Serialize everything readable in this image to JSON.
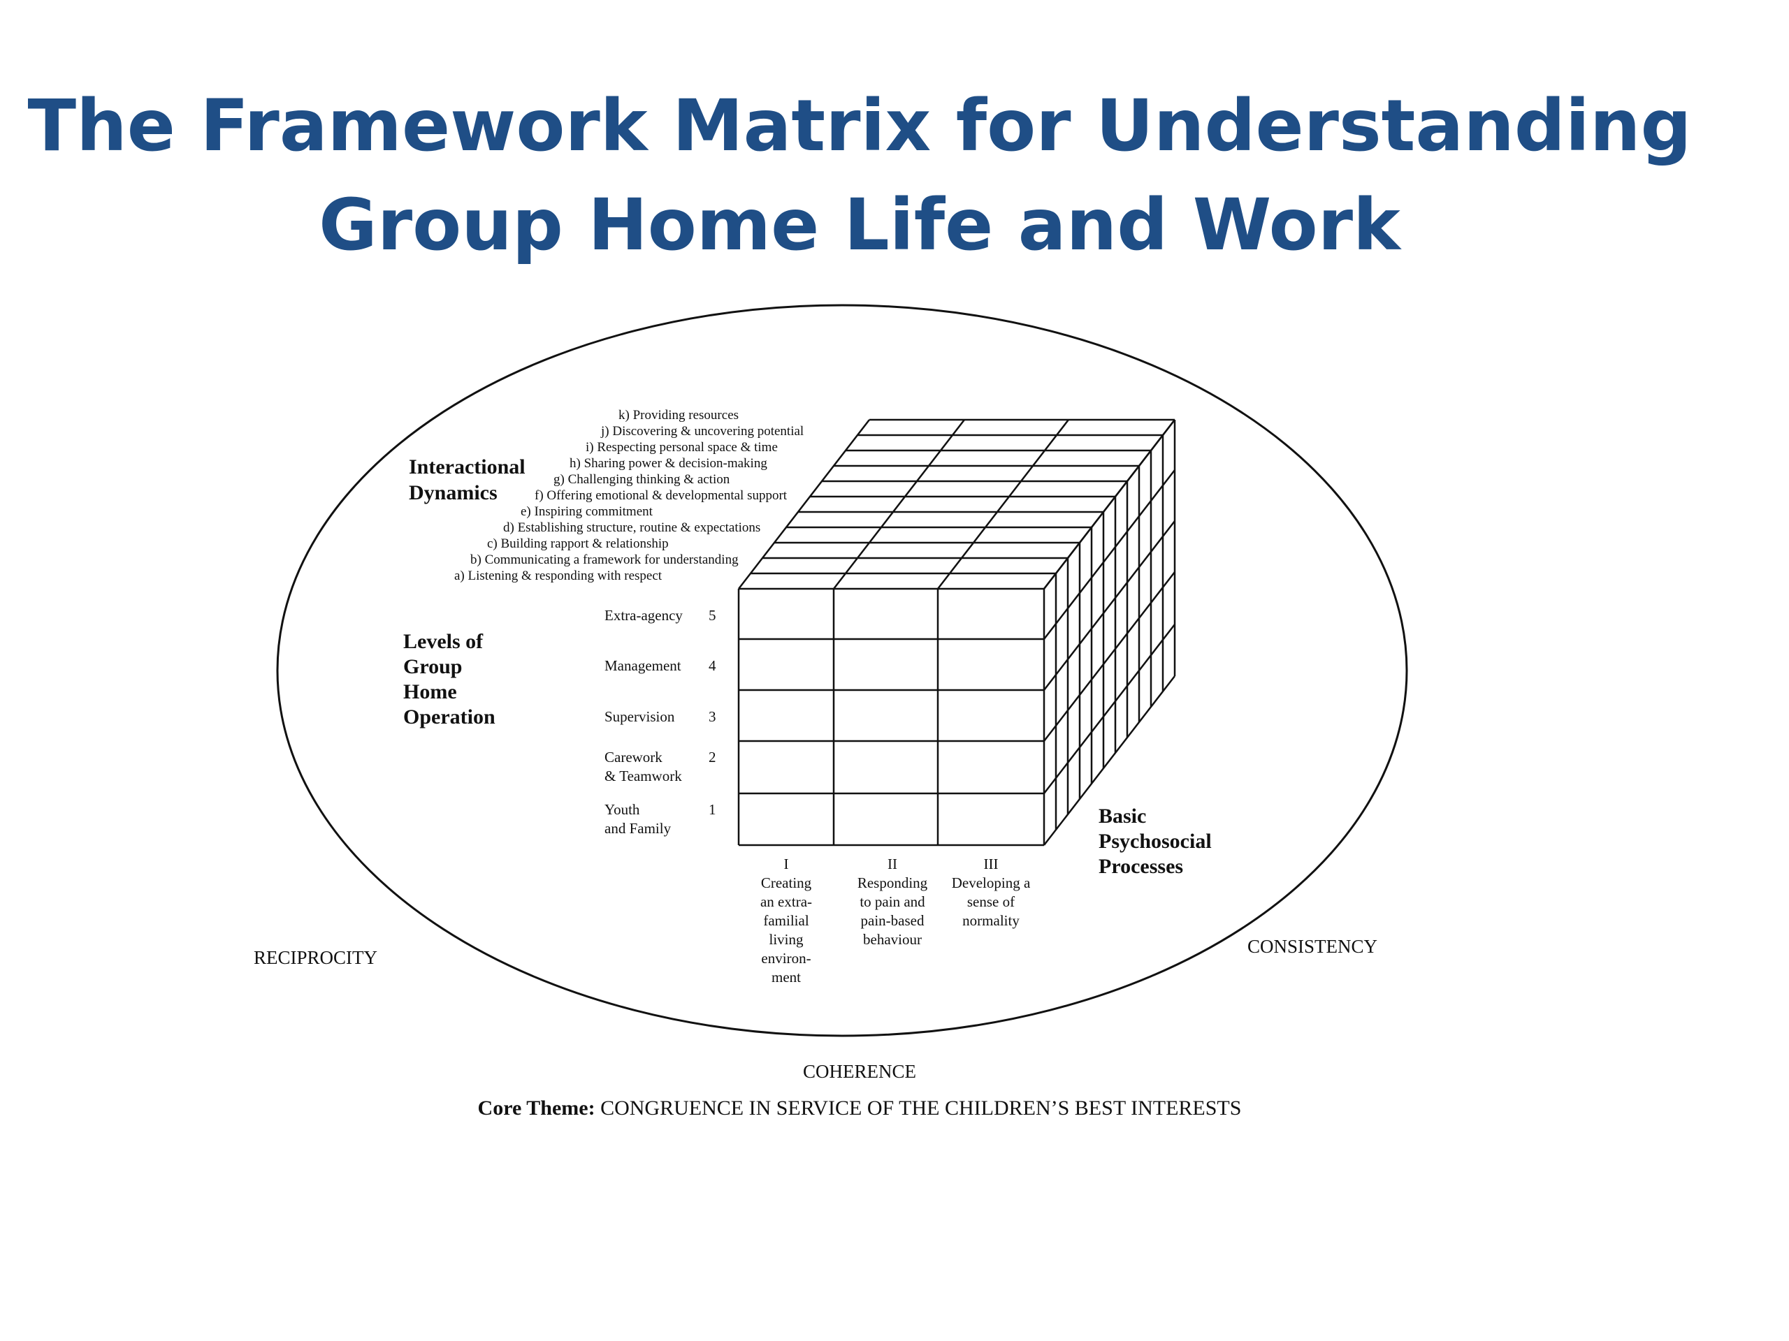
{
  "slide": {
    "title_line1": "The Framework Matrix for Understanding",
    "title_line2": "Group Home Life and Work",
    "title_color": "#1f4e86"
  },
  "diagram": {
    "interactional_dynamics": {
      "heading_line1": "Interactional",
      "heading_line2": "Dynamics",
      "items": [
        "k) Providing resources",
        "j) Discovering & uncovering potential",
        "i) Respecting personal space & time",
        "h) Sharing power & decision-making",
        "g) Challenging thinking & action",
        "f) Offering emotional & developmental support",
        "e) Inspiring commitment",
        "d) Establishing structure, routine & expectations",
        "c) Building rapport & relationship",
        "b) Communicating a framework for understanding",
        "a) Listening & responding with respect"
      ]
    },
    "levels": {
      "heading_lines": [
        "Levels of",
        "Group",
        "Home",
        "Operation"
      ],
      "items": [
        {
          "label_lines": [
            "Extra-agency"
          ],
          "number": "5"
        },
        {
          "label_lines": [
            "Management"
          ],
          "number": "4"
        },
        {
          "label_lines": [
            "Supervision"
          ],
          "number": "3"
        },
        {
          "label_lines": [
            "Carework",
            "& Teamwork"
          ],
          "number": "2"
        },
        {
          "label_lines": [
            "Youth",
            "and Family"
          ],
          "number": "1"
        }
      ]
    },
    "processes": {
      "heading_lines": [
        "Basic",
        "Psychosocial",
        "Processes"
      ],
      "items": [
        {
          "numeral": "I",
          "label_lines": [
            "Creating",
            "an extra-",
            "familial",
            "living",
            "environ-",
            "ment"
          ]
        },
        {
          "numeral": "II",
          "label_lines": [
            "Responding",
            "to pain and",
            "pain-based",
            "behaviour"
          ]
        },
        {
          "numeral": "III",
          "label_lines": [
            "Developing a",
            "sense of",
            "normality"
          ]
        }
      ]
    },
    "outer_labels": {
      "left": "RECIPROCITY",
      "right": "CONSISTENCY",
      "bottom": "COHERENCE"
    },
    "core_theme": {
      "label": "Core Theme:",
      "text": " CONGRUENCE IN SERVICE OF THE CHILDREN’S BEST INTERESTS"
    }
  }
}
